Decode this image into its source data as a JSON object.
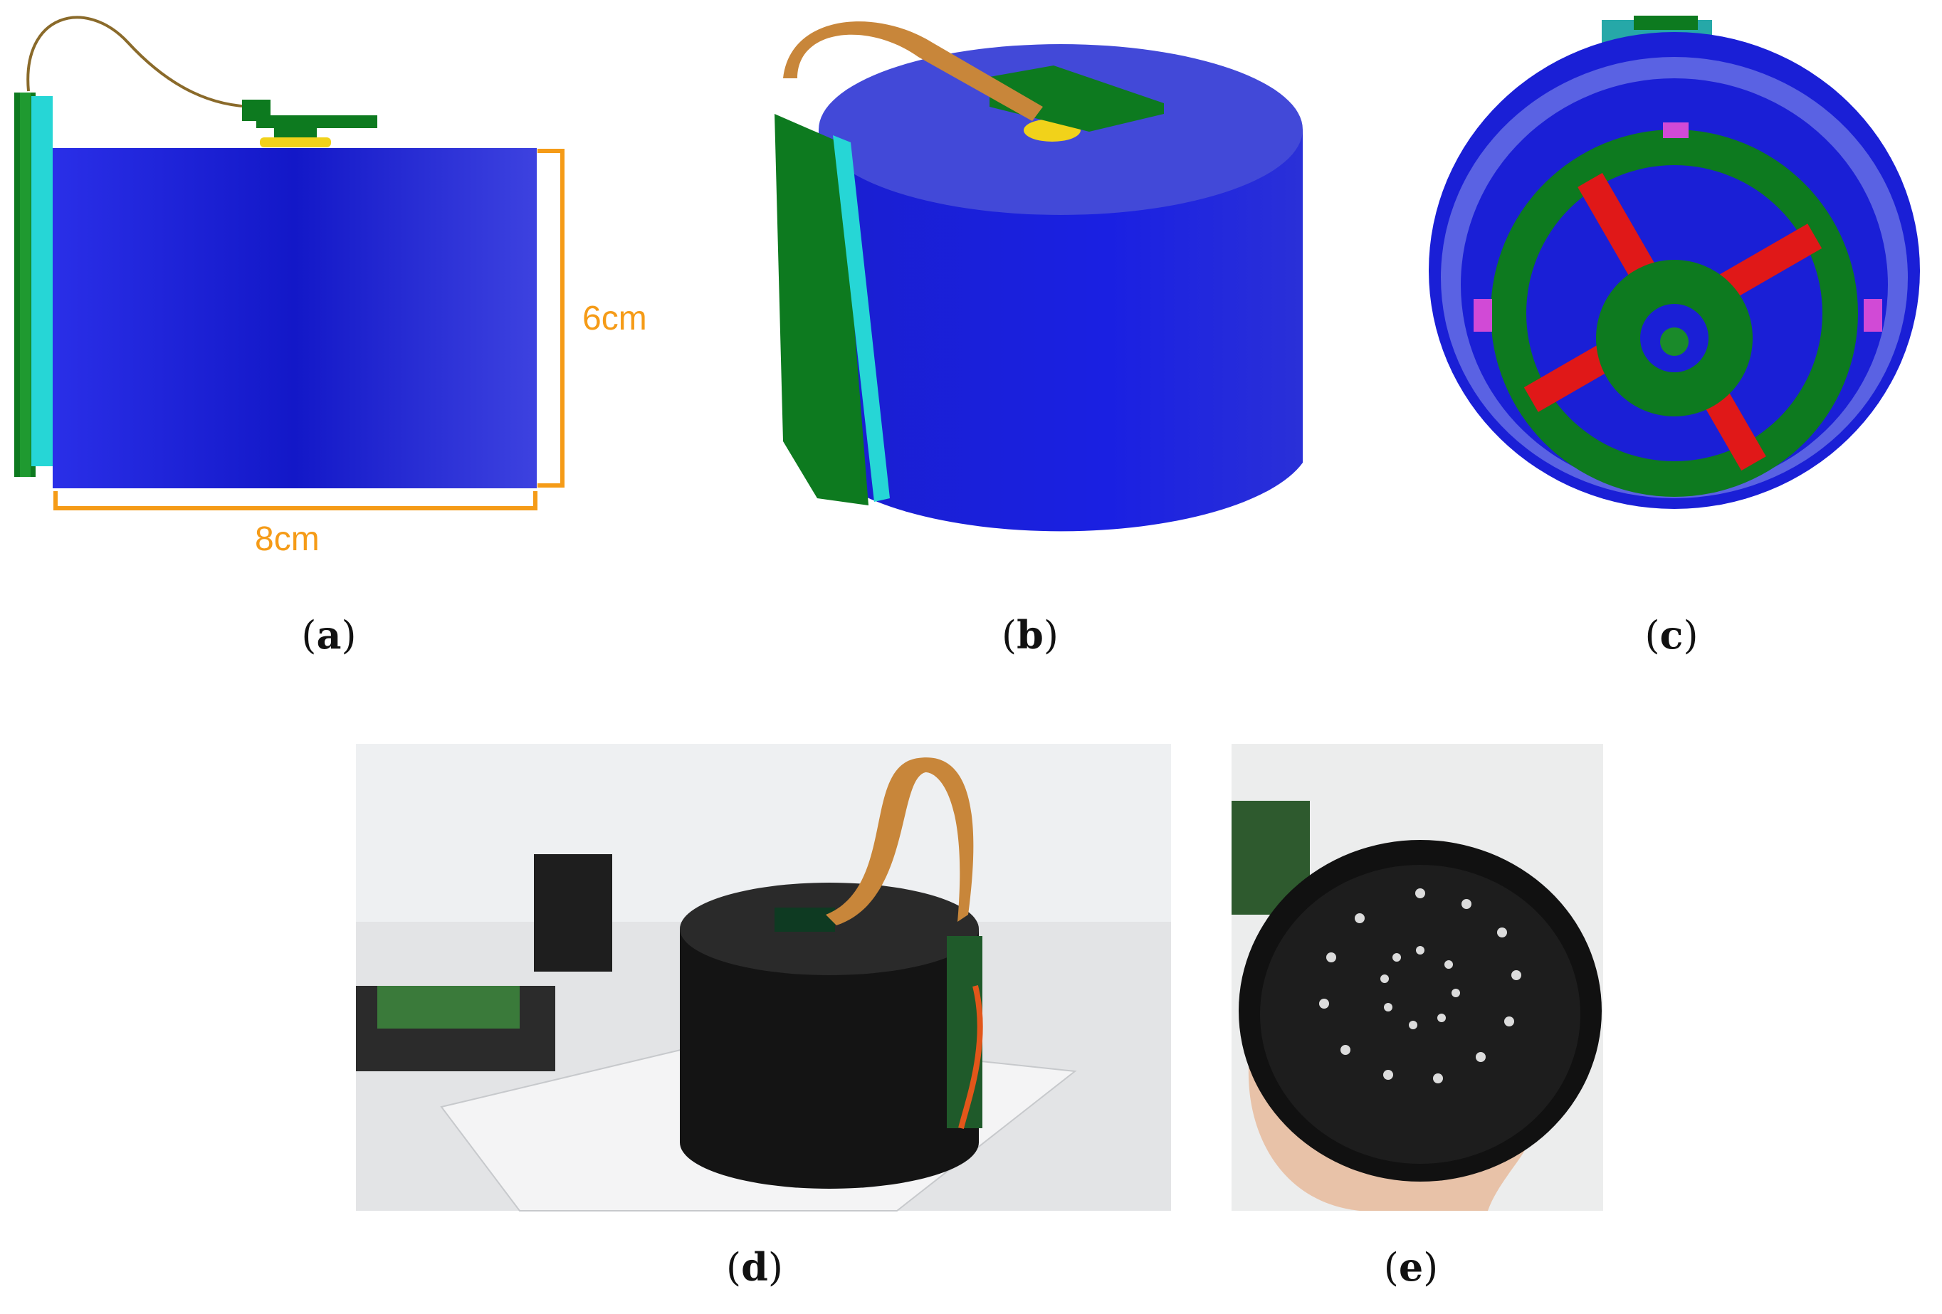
{
  "figure": {
    "panels": [
      {
        "id": "a",
        "caption_open": "(",
        "caption_letter": "a",
        "caption_close": ")"
      },
      {
        "id": "b",
        "caption_open": "(",
        "caption_letter": "b",
        "caption_close": ")"
      },
      {
        "id": "c",
        "caption_open": "(",
        "caption_letter": "c",
        "caption_close": ")"
      },
      {
        "id": "d",
        "caption_open": "(",
        "caption_letter": "d",
        "caption_close": ")"
      },
      {
        "id": "e",
        "caption_open": "(",
        "caption_letter": "e",
        "caption_close": ")"
      }
    ],
    "dimensions": {
      "height_label": "6cm",
      "width_label": "8cm"
    }
  },
  "colors": {
    "body_blue": "#1a1fd6",
    "pcb_green": "#0d7a1f",
    "cyan_plate": "#26d6d6",
    "dimension_orange": "#f59b17",
    "ribbon_brown": "#c8863a",
    "spoke_red": "#e01818",
    "mount_magenta": "#d14ad6",
    "printed_black": "#1b1b1b"
  }
}
